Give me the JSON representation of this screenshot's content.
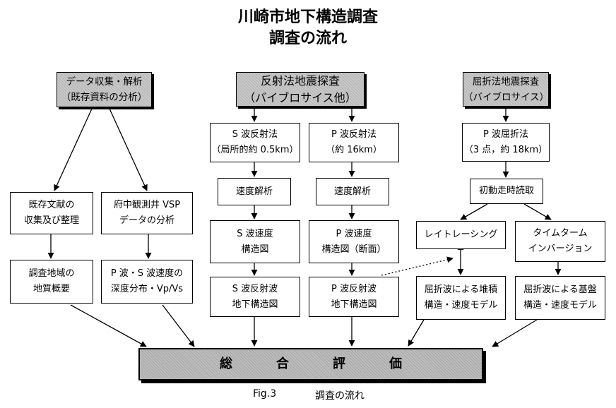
{
  "title": {
    "line1": "川崎市地下構造調査",
    "line2": "調査の流れ"
  },
  "columns": {
    "data_analysis": {
      "header": {
        "line1": "データ収集・解析",
        "line2": "（既存資料の分析）"
      },
      "literature": {
        "line1": "既存文献の",
        "line2": "収集及び整理"
      },
      "geology": {
        "line1": "調査地域の",
        "line2": "地質概要"
      },
      "vsp": {
        "line1": "府中観測井 VSP",
        "line2": "データの分析"
      },
      "velocity_profile": {
        "line1": "P 波・S 波速度の",
        "line2": "深度分布・Vp/Vs"
      }
    },
    "reflection": {
      "header": {
        "line1": "反射法地震探査",
        "line2": "（バイブロサイス他）"
      },
      "s_wave": {
        "method": {
          "line1": "S 波反射法",
          "line2": "（局所的約 0.5km）"
        },
        "velocity_analysis": "速度解析",
        "velocity_map": {
          "line1": "S 波速度",
          "line2": "構造図"
        },
        "structure_map": {
          "line1": "S 波反射波",
          "line2": "地下構造図"
        }
      },
      "p_wave": {
        "method": {
          "line1": "P 波反射法",
          "line2": "（約 16km）"
        },
        "velocity_analysis": "速度解析",
        "velocity_map": {
          "line1": "P 波速度",
          "line2": "構造図（断面）"
        },
        "structure_map": {
          "line1": "P 波反射波",
          "line2": "地下構造図"
        }
      }
    },
    "refraction": {
      "header": {
        "line1": "屈折法地震探査",
        "line2": "（バイブロサイス）"
      },
      "method": {
        "line1": "P 波屈折法",
        "line2": "（3 点，約 18km）"
      },
      "first_break": "初動走時読取",
      "ray_tracing": "レイトレーシング",
      "time_term": {
        "line1": "タイムターム",
        "line2": "インバージョン"
      },
      "sediment_model": {
        "line1": "屈折波による堆積",
        "line2": "構造・速度モデル"
      },
      "basement_model": {
        "line1": "屈折波による基盤",
        "line2": "構造・速度モデル"
      }
    }
  },
  "final": {
    "chars": [
      "総",
      "合",
      "評",
      "価"
    ]
  },
  "caption": {
    "fig": "Fig.3",
    "text": "調査の流れ"
  }
}
